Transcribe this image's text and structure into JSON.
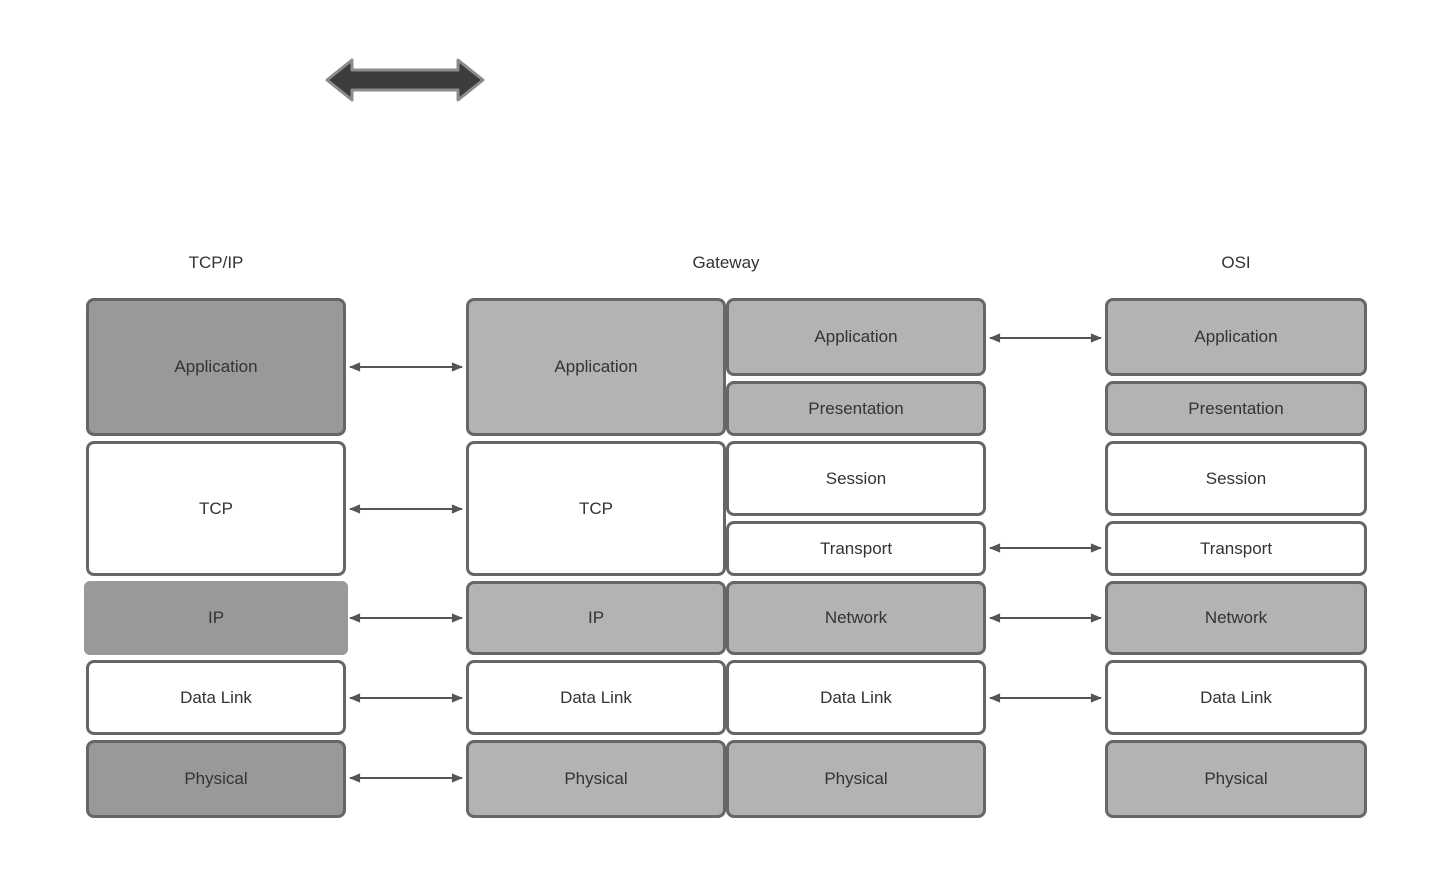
{
  "headers": [
    {
      "label": "TCP/IP"
    },
    {
      "label": "Gateway"
    },
    {
      "label": "OSI"
    }
  ],
  "stacks": {
    "tcpip": {
      "layers": [
        {
          "label": "Application"
        },
        {
          "label": "TCP"
        },
        {
          "label": "IP"
        },
        {
          "label": "Data Link"
        },
        {
          "label": "Physical"
        }
      ]
    },
    "gateway_left": {
      "layers": [
        {
          "label": "Application"
        },
        {
          "label": "TCP"
        },
        {
          "label": "IP"
        },
        {
          "label": "Data Link"
        },
        {
          "label": "Physical"
        }
      ]
    },
    "gateway_right": {
      "layers": [
        {
          "label": "Application"
        },
        {
          "label": "Presentation"
        },
        {
          "label": "Session"
        },
        {
          "label": "Transport"
        },
        {
          "label": "Network"
        },
        {
          "label": "Data Link"
        },
        {
          "label": "Physical"
        }
      ]
    },
    "osi": {
      "layers": [
        {
          "label": "Application"
        },
        {
          "label": "Presentation"
        },
        {
          "label": "Session"
        },
        {
          "label": "Transport"
        },
        {
          "label": "Network"
        },
        {
          "label": "Data Link"
        },
        {
          "label": "Physical"
        }
      ]
    }
  },
  "connections": {
    "tcpip_to_gateway": [
      "Application",
      "TCP",
      "IP",
      "Data Link",
      "Physical"
    ],
    "gateway_to_osi": [
      "Application",
      "Transport",
      "Network",
      "Data Link"
    ]
  },
  "icons": {
    "top_arrow": "left-right-thick-arrow"
  },
  "colors": {
    "dark_gray_fill": "#999999",
    "light_gray_fill": "#b3b3b3",
    "white_fill": "#ffffff",
    "box_stroke": "#666666",
    "text": "#333333",
    "thin_arrow": "#555555",
    "thick_arrow_fill": "#3d3d3d",
    "thick_arrow_stroke": "#8c8c8c"
  }
}
